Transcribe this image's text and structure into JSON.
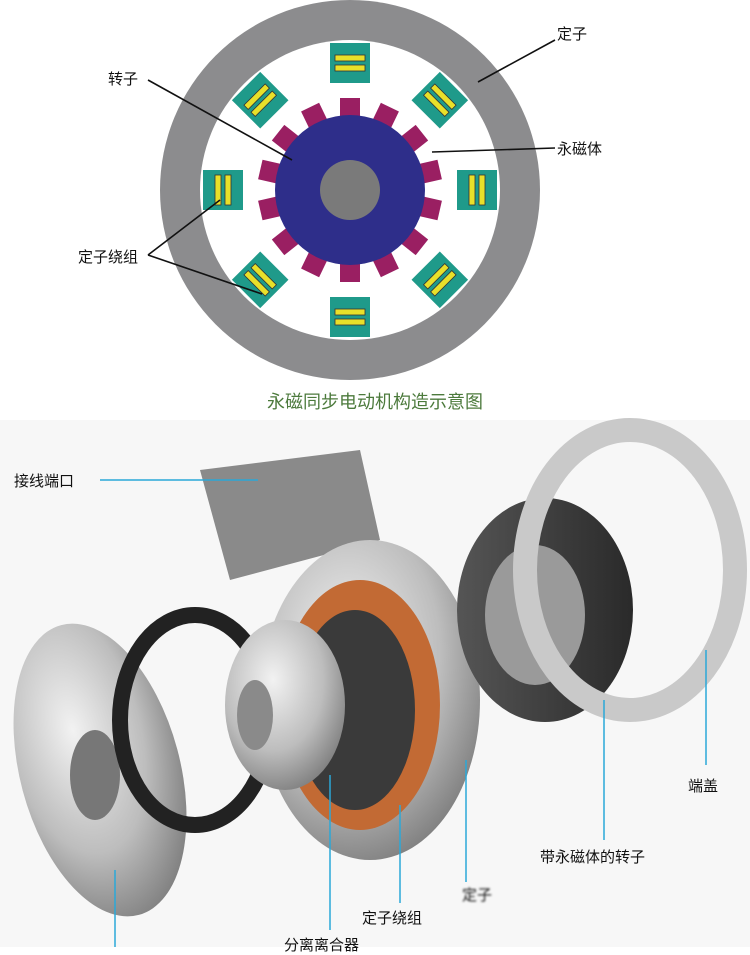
{
  "top_diagram": {
    "caption": "永磁同步电动机构造示意图",
    "labels": {
      "stator": "定子",
      "rotor": "转子",
      "magnet": "永磁体",
      "winding": "定子绕组"
    },
    "colors": {
      "stator_ring": "#8c8c8e",
      "rotor": "#2e2e8a",
      "magnet": "#9a1f62",
      "tooth": "#1f9a8a",
      "coil": "#e8e02a",
      "shaft": "#7a7a7a"
    }
  },
  "bottom_diagram": {
    "labels": {
      "port": "接线端口",
      "end_cover": "端盖",
      "rotor_with_magnets": "带永磁体的转子",
      "stator": "定子",
      "stator_winding": "定子绕组",
      "clutch": "分离离合器"
    },
    "colors": {
      "leader_line": "#2aa8d8"
    }
  }
}
